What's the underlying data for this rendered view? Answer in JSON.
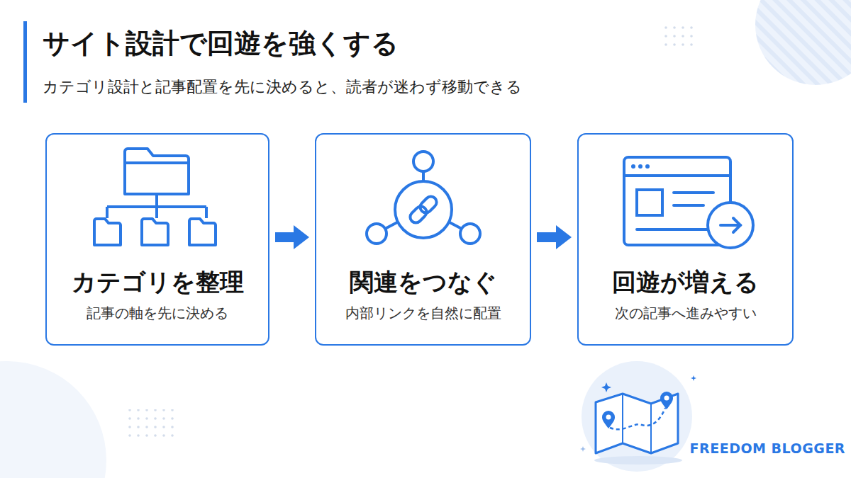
{
  "diagram": {
    "title": "サイト設計で回遊を強くする",
    "caption": "カテゴリ設計と記事配置を先に決めると、読者が迷わず移動できる",
    "nodes": [
      {
        "text": [
          "カテゴリを整理",
          "記事の軸を先に決める"
        ]
      },
      {
        "text": [
          "関連をつなぐ",
          "内部リンクを自然に配置"
        ]
      },
      {
        "text": [
          "回遊が増える",
          "次の記事へ進みやすい"
        ]
      }
    ],
    "edges": [
      {
        "from": 0,
        "to": 1,
        "arrow": "to"
      },
      {
        "from": 1,
        "to": 2,
        "arrow": "to"
      }
    ],
    "labels": [
      "FREEDOM BLOGGER"
    ]
  }
}
